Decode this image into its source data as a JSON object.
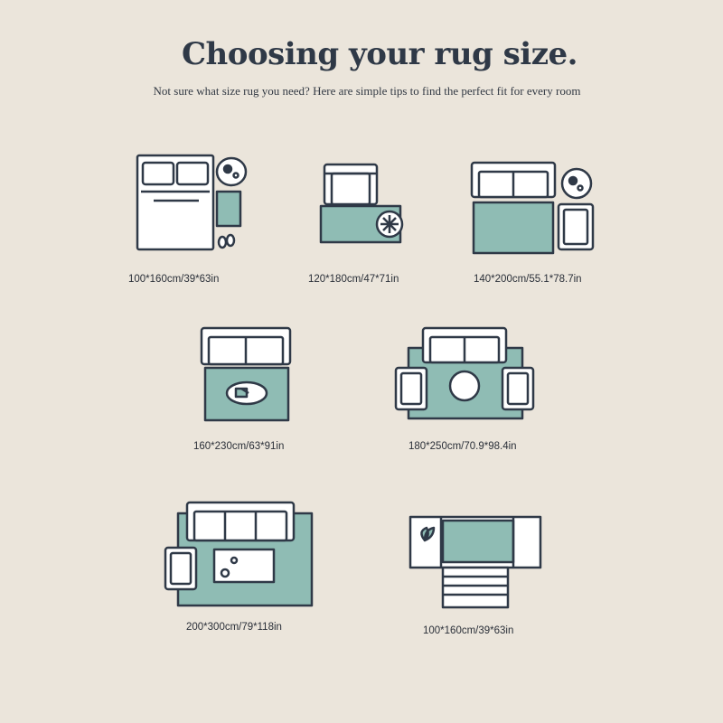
{
  "header": {
    "title": "Choosing your rug size.",
    "subtitle": "Not sure what size rug you need? Here are simple tips to find the perfect fit for every room"
  },
  "colors": {
    "background": "#ebe5db",
    "rug": "#8fbcb4",
    "outline": "#2f3947",
    "furniture": "#ffffff"
  },
  "layouts": [
    {
      "size": "100*160cm/39*63in",
      "room": "bedroom"
    },
    {
      "size": "120*180cm/47*71in",
      "room": "reading-corner"
    },
    {
      "size": "140*200cm/55.1*78.7in",
      "room": "small-living-room"
    },
    {
      "size": "160*230cm/63*91in",
      "room": "living-room"
    },
    {
      "size": "180*250cm/70.9*98.4in",
      "room": "sitting-area"
    },
    {
      "size": "200*300cm/79*118in",
      "room": "large-living-room"
    },
    {
      "size": "100*160cm/39*63in",
      "room": "dining-bench"
    }
  ]
}
